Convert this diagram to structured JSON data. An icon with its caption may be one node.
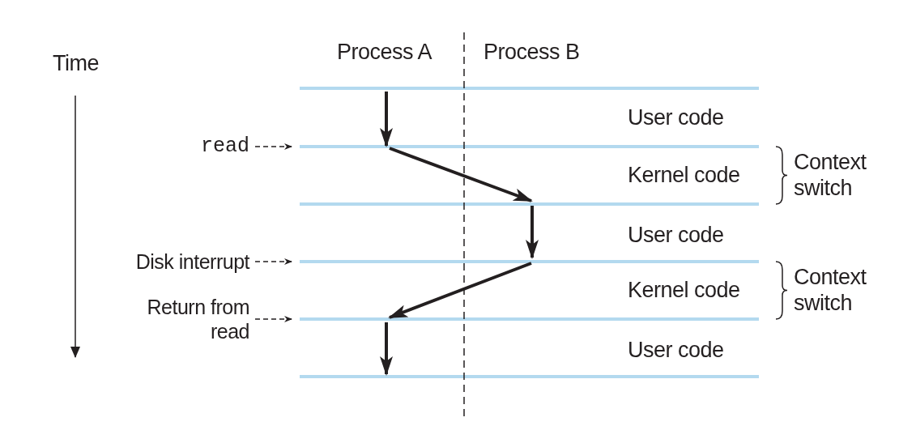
{
  "diagram": {
    "nodes": [
      {
        "text": [
          "read"
        ]
      },
      {
        "text": [
          "Disk interrupt"
        ]
      },
      {
        "text": [
          "Return from read"
        ]
      }
    ],
    "edges": [
      {
        "from": 0,
        "to": null,
        "arrow": "to",
        "style": "dashed"
      },
      {
        "from": 1,
        "to": null,
        "arrow": "to",
        "style": "dashed"
      },
      {
        "from": 2,
        "to": null,
        "arrow": "to",
        "style": "dashed"
      }
    ],
    "labels": [
      "Time",
      "Process A",
      "Process B",
      "User code",
      "Kernel code",
      "Context switch",
      "User code",
      "Kernel code",
      "Context switch",
      "User code"
    ]
  }
}
